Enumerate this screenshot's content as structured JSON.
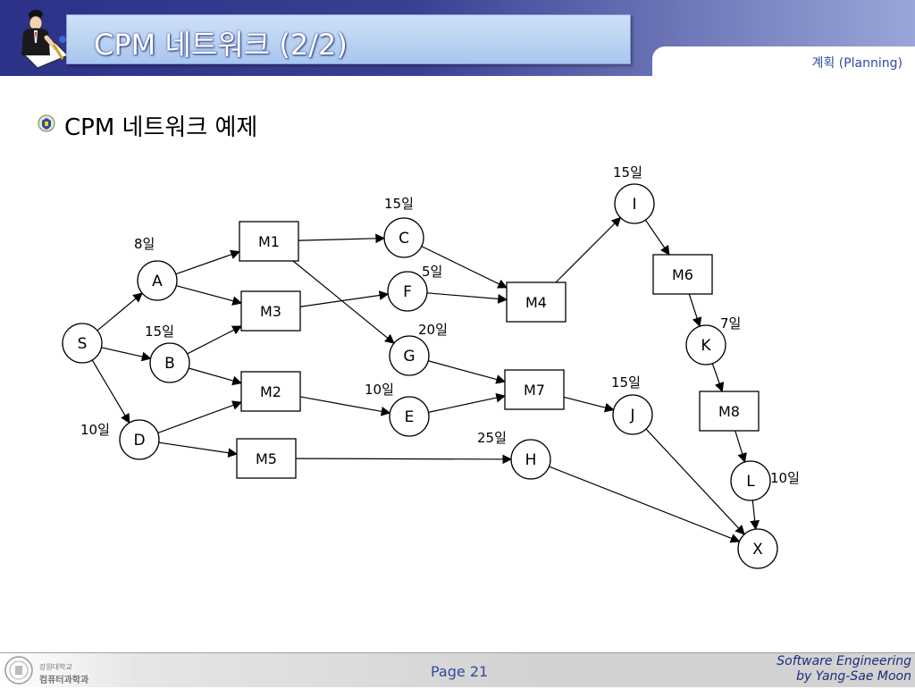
{
  "header": {
    "title": "CPM 네트워크 (2/2)",
    "section_tab": "계획 (Planning)",
    "logo_icon": "person-with-pen-icon"
  },
  "content": {
    "bullet_icon": "university-emblem-icon",
    "subtitle": "CPM 네트워크 예제"
  },
  "diagram": {
    "activities": [
      {
        "id": "S",
        "duration": ""
      },
      {
        "id": "A",
        "duration": "8일"
      },
      {
        "id": "B",
        "duration": "15일"
      },
      {
        "id": "D",
        "duration": "10일"
      },
      {
        "id": "C",
        "duration": "15일"
      },
      {
        "id": "F",
        "duration": "5일"
      },
      {
        "id": "G",
        "duration": "20일"
      },
      {
        "id": "E",
        "duration": "10일"
      },
      {
        "id": "H",
        "duration": "25일"
      },
      {
        "id": "I",
        "duration": "15일"
      },
      {
        "id": "J",
        "duration": "15일"
      },
      {
        "id": "K",
        "duration": "7일"
      },
      {
        "id": "L",
        "duration": "10일"
      },
      {
        "id": "X",
        "duration": ""
      }
    ],
    "milestones": [
      "M1",
      "M3",
      "M2",
      "M5",
      "M4",
      "M7",
      "M6",
      "M8"
    ],
    "edges": [
      [
        "S",
        "A"
      ],
      [
        "S",
        "B"
      ],
      [
        "S",
        "D"
      ],
      [
        "A",
        "M1"
      ],
      [
        "A",
        "M3"
      ],
      [
        "B",
        "M3"
      ],
      [
        "B",
        "M2"
      ],
      [
        "D",
        "M2"
      ],
      [
        "D",
        "M5"
      ],
      [
        "M1",
        "C"
      ],
      [
        "M1",
        "G"
      ],
      [
        "M3",
        "F"
      ],
      [
        "M2",
        "E"
      ],
      [
        "M5",
        "H"
      ],
      [
        "C",
        "M4"
      ],
      [
        "F",
        "M4"
      ],
      [
        "G",
        "M7"
      ],
      [
        "E",
        "M7"
      ],
      [
        "M4",
        "I"
      ],
      [
        "M7",
        "J"
      ],
      [
        "I",
        "M6"
      ],
      [
        "M6",
        "K"
      ],
      [
        "K",
        "M8"
      ],
      [
        "M8",
        "L"
      ],
      [
        "L",
        "X"
      ],
      [
        "J",
        "X"
      ],
      [
        "H",
        "X"
      ]
    ]
  },
  "footer": {
    "logo_line1": "강원대학교",
    "logo_line2": "컴퓨터과학과",
    "page": "Page 21",
    "credit_line1": "Software Engineering",
    "credit_line2": "by Yang-Sae Moon"
  }
}
